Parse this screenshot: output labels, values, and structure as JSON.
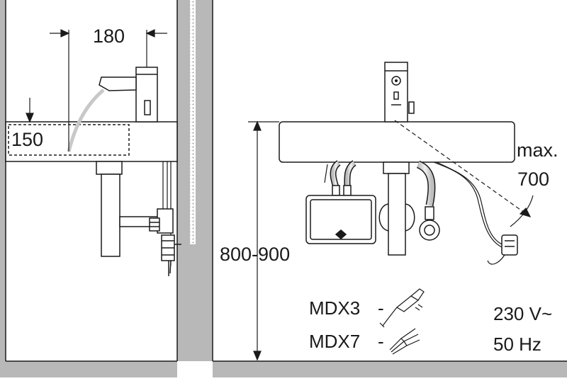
{
  "left_view": {
    "dim_spout_reach": "180",
    "dim_spout_height": "150"
  },
  "right_view": {
    "dim_mount_height": "800-900",
    "dim_cable_max_line1": "max.",
    "dim_cable_max_line2": "700",
    "model_a": "MDX3",
    "model_b": "MDX7",
    "model_separator": "-",
    "voltage": "230 V~",
    "frequency": "50 Hz"
  },
  "colors": {
    "wall_grey": "#b8b8b8",
    "line": "#1a1a1a",
    "light_grey": "#d9d9d9"
  }
}
